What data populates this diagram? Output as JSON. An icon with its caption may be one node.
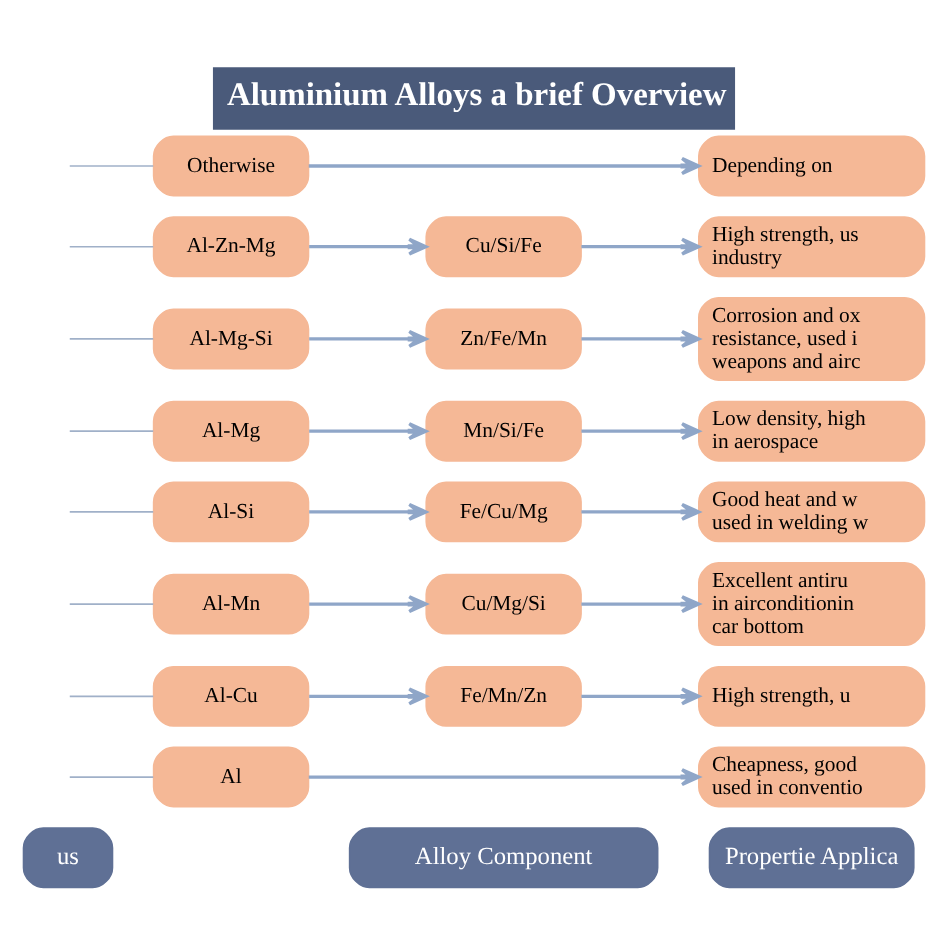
{
  "diagram": {
    "title": "Aluminium Alloys a brief Overview",
    "nodes": [
      {
        "text": [
          "us"
        ]
      },
      {
        "text": [
          "Alloy Component"
        ]
      },
      {
        "text": [
          "Propertie Applica"
        ]
      },
      {
        "text": [
          "Al"
        ]
      },
      {
        "text": [
          "Cheapness, good used in conventio"
        ]
      },
      {
        "text": [
          "Al-Cu"
        ]
      },
      {
        "text": [
          "Fe/Mn/Zn"
        ]
      },
      {
        "text": [
          "High strength, u"
        ]
      },
      {
        "text": [
          "Al-Mn"
        ]
      },
      {
        "text": [
          "Cu/Mg/Si"
        ]
      },
      {
        "text": [
          "Excellent antiru in airconditionin car bottom"
        ]
      },
      {
        "text": [
          "Al-Si"
        ]
      },
      {
        "text": [
          "Fe/Cu/Mg"
        ]
      },
      {
        "text": [
          "Good heat and w used in welding w"
        ]
      },
      {
        "text": [
          "Al-Mg"
        ]
      },
      {
        "text": [
          "Mn/Si/Fe"
        ]
      },
      {
        "text": [
          "Low density, high in aerospace"
        ]
      },
      {
        "text": [
          "Al-Mg-Si"
        ]
      },
      {
        "text": [
          "Zn/Fe/Mn"
        ]
      },
      {
        "text": [
          "Corrosion and ox resistance, used i weapons and airc"
        ]
      },
      {
        "text": [
          "Al-Zn-Mg"
        ]
      },
      {
        "text": [
          "Cu/Si/Fe"
        ]
      },
      {
        "text": [
          "High strength, us industry"
        ]
      },
      {
        "text": [
          "Otherwise"
        ]
      },
      {
        "text": [
          "Depending on"
        ]
      }
    ],
    "edges": [
      {
        "from": null,
        "to": 3,
        "arrow": "none"
      },
      {
        "from": 3,
        "to": 4,
        "arrow": "to"
      },
      {
        "from": null,
        "to": 5,
        "arrow": "none"
      },
      {
        "from": 5,
        "to": 6,
        "arrow": "to"
      },
      {
        "from": 6,
        "to": 7,
        "arrow": "to"
      },
      {
        "from": null,
        "to": 8,
        "arrow": "none"
      },
      {
        "from": 8,
        "to": 9,
        "arrow": "to"
      },
      {
        "from": 9,
        "to": 10,
        "arrow": "to"
      },
      {
        "from": null,
        "to": 11,
        "arrow": "none"
      },
      {
        "from": 11,
        "to": 12,
        "arrow": "to"
      },
      {
        "from": 12,
        "to": 13,
        "arrow": "to"
      },
      {
        "from": null,
        "to": 14,
        "arrow": "none"
      },
      {
        "from": 14,
        "to": 15,
        "arrow": "to"
      },
      {
        "from": 15,
        "to": 16,
        "arrow": "to"
      },
      {
        "from": null,
        "to": 17,
        "arrow": "none"
      },
      {
        "from": 17,
        "to": 18,
        "arrow": "to"
      },
      {
        "from": 18,
        "to": 19,
        "arrow": "to"
      },
      {
        "from": null,
        "to": 20,
        "arrow": "none"
      },
      {
        "from": 20,
        "to": 21,
        "arrow": "to"
      },
      {
        "from": 21,
        "to": 22,
        "arrow": "to"
      },
      {
        "from": null,
        "to": 23,
        "arrow": "none"
      },
      {
        "from": 23,
        "to": 24,
        "arrow": "to"
      }
    ]
  }
}
